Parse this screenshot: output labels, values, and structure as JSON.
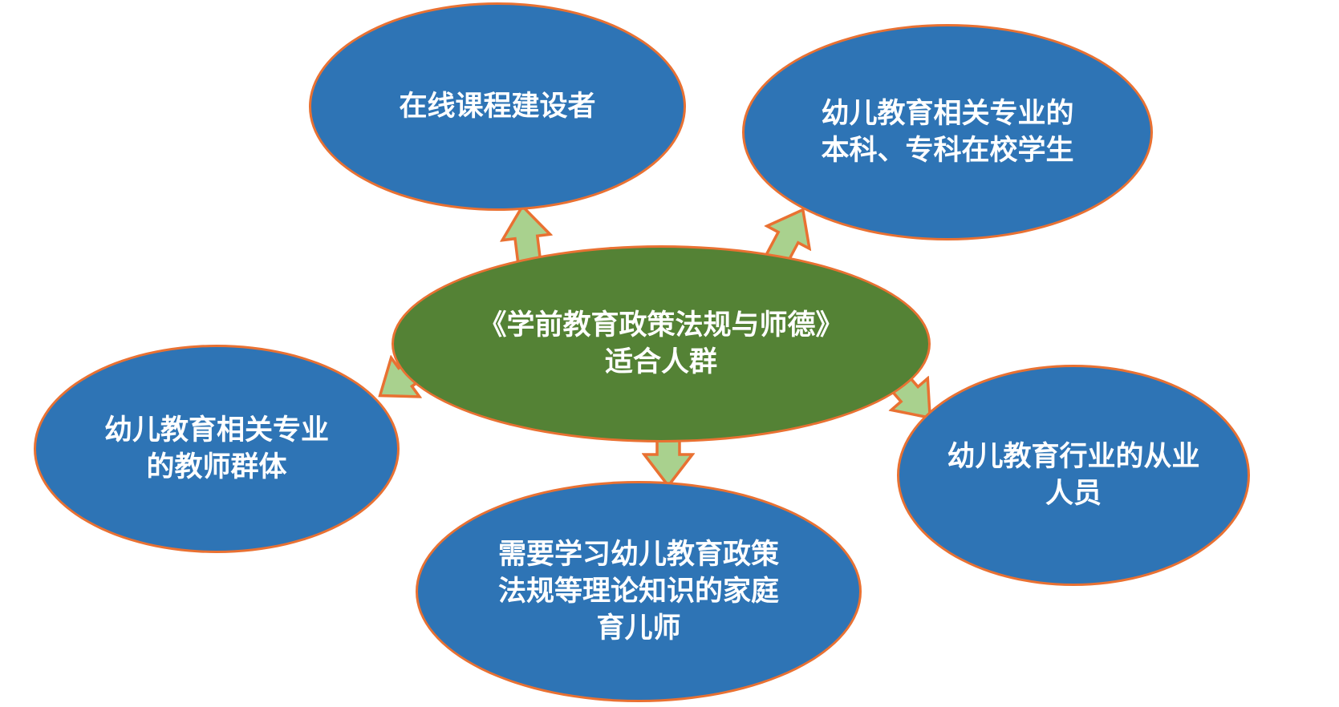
{
  "title": "《学前教育政策法规与师德》适合人群",
  "colors": {
    "node_fill_blue": "#2E74B5",
    "node_fill_green": "#548235",
    "node_border_orange": "#E97132",
    "arrow_fill_green": "#A9D18E",
    "arrow_border_orange": "#E97132",
    "text_white": "#FFFFFF",
    "background": "#FFFFFF"
  },
  "diagram": {
    "center_node": {
      "id": "center",
      "lines": [
        "《学前教育政策法规与师德》",
        "适合人群"
      ]
    },
    "nodes": [
      {
        "id": "top-left",
        "lines": [
          "在线课程建设者"
        ]
      },
      {
        "id": "top-right",
        "lines": [
          "幼儿教育相关专业的",
          "本科、专科在校学生"
        ]
      },
      {
        "id": "left",
        "lines": [
          "幼儿教育相关专业",
          "的教师群体"
        ]
      },
      {
        "id": "bottom",
        "lines": [
          "需要学习幼儿教育政策",
          "法规等理论知识的家庭",
          "育儿师"
        ]
      },
      {
        "id": "right",
        "lines": [
          "幼儿教育行业的从业",
          "人员"
        ]
      }
    ],
    "arrow_count": 5
  }
}
